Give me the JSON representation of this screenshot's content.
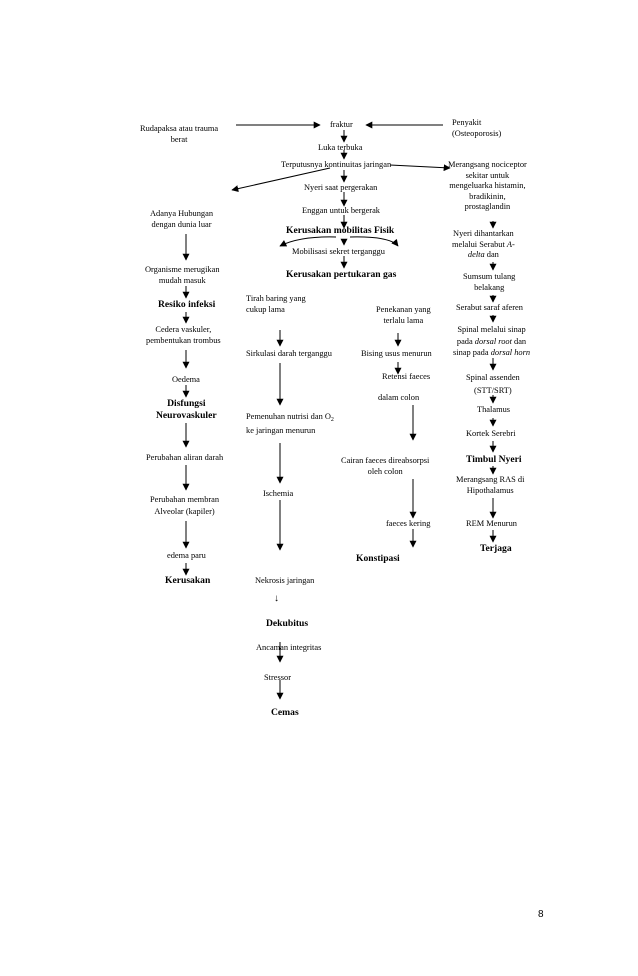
{
  "nodes": {
    "rudapaksa": "Rudapaksa atau trauma\nberat",
    "fraktur": "fraktur",
    "penyakit": "Penyakit\n(Osteoporosis)",
    "luka": "Luka terbuka",
    "terputusnya": "Terputusnya kontinuitas jaringan",
    "merangsang_noci": "Merangsang nociceptor\nsekitar untuk\nmengeluarka histamin,\nbradikinin,\nprostaglandin",
    "nyeri_gerak": "Nyeri saat pergerakan",
    "enggan": "Enggan untuk bergerak",
    "hubungan": "Adanya Hubungan\ndengan dunia luar",
    "kerusakan_mobilitas": "Kerusakan mobilitas Fisik",
    "nyeri_dihantarkan_1": "Nyeri dihantarkan",
    "nyeri_dihantarkan_2": "melalui Serabut ",
    "nyeri_dihantarkan_3": "A-",
    "nyeri_dihantarkan_4": "delta",
    "nyeri_dihantarkan_5": " dan",
    "mobilisasi": "Mobilisasi sekret terganggu",
    "organisme": "Organisme merugikan\nmudah masuk",
    "kerusakan_gas": "Kerusakan pertukaran gas",
    "sumsum": "Sumsum tulang\nbelakang",
    "tirah": "Tirah baring yang\ncukup lama",
    "resiko": "Resiko infeksi",
    "penekanan": "Penekanan yang\nterlalu lama",
    "serabut_aferen": "Serabut saraf aferen",
    "cedera": "Cedera vaskuler,\npembentukan trombus",
    "spinal_1": "Spinal melalui sinap",
    "spinal_2a": "pada ",
    "spinal_2b": "dorsal root",
    "spinal_2c": " dan",
    "spinal_3a": "sinap pada ",
    "spinal_3b": "dorsal horn",
    "sirkulasi": "Sirkulasi darah terganggu",
    "bising": "Bising usus menurun",
    "oedema": "Oedema",
    "retensi": "Retensi faeces",
    "spinal_assenden": "Spinal assenden\n(STT/SRT)",
    "dalam_colon": "dalam colon",
    "disfungsi": "Disfungsi\nNeurovaskuler",
    "thalamus": "Thalamus",
    "pemenuhan_a": "Pemenuhan nutrisi dan O",
    "pemenuhan_sub": "2",
    "pemenuhan_b": "ke jaringan menurun",
    "korteks": "Kortek Serebri",
    "perubahan_aliran": "Perubahan aliran darah",
    "cairan": "Cairan faeces direabsorpsi\noleh colon",
    "timbul_nyeri": "Timbul Nyeri",
    "merangsang_ras": "Merangsang RAS di\nHipothalamus",
    "ischemia": "Ischemia",
    "perubahan_membran": "Perubahan membran\nAlveolar (kapiler)",
    "faeces_kering": "faeces kering",
    "rem": "REM Menurun",
    "terjaga": "Terjaga",
    "edema_paru": "edema paru",
    "konstipasi": "Konstipasi",
    "kerusakan": "Kerusakan",
    "nekrosis": "Nekrosis jaringan",
    "small_arrow": "↓",
    "dekubitus": "Dekubitus",
    "ancaman": "Ancaman integritas",
    "stressor": "Stressor",
    "cemas": "Cemas"
  },
  "page_number": "8"
}
